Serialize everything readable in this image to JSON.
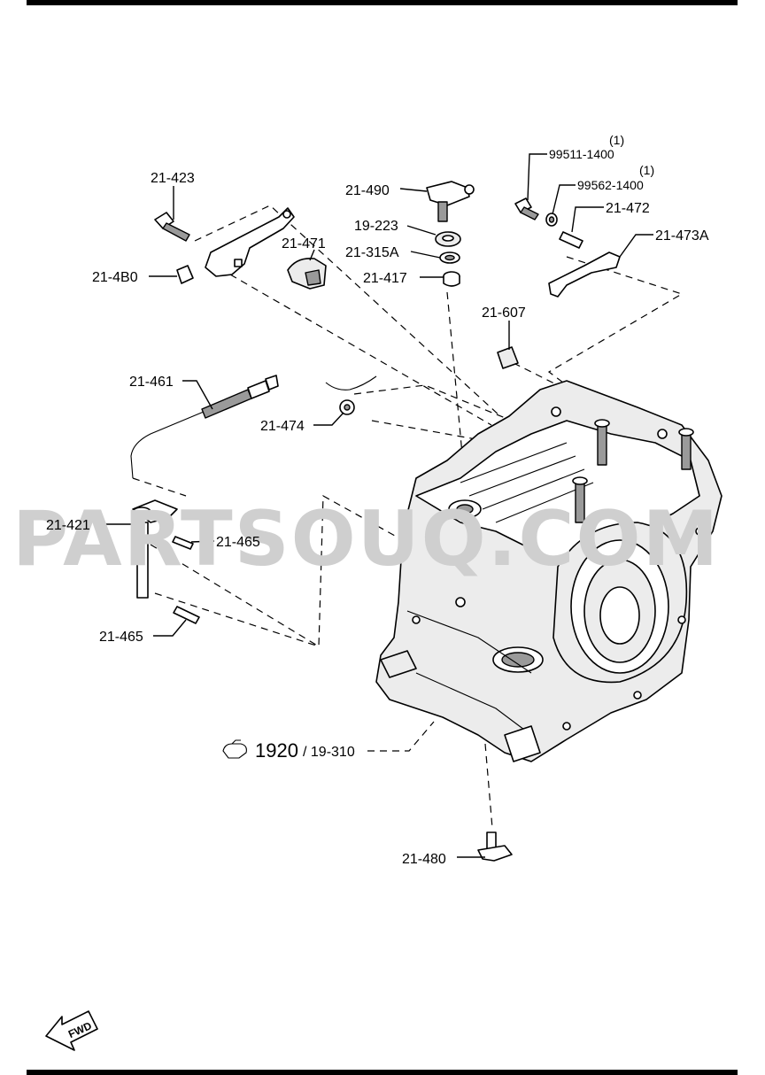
{
  "watermark": "PARTSOUQ.COM",
  "labels": {
    "p21_423": "21-423",
    "p21_4b0": "21-4B0",
    "p21_471": "21-471",
    "p21_490": "21-490",
    "p19_223": "19-223",
    "p21_315a": "21-315A",
    "p21_417": "21-417",
    "p99511": "99511-1400",
    "p99511_qty": "(1)",
    "p99562": "99562-1400",
    "p99562_qty": "(1)",
    "p21_472": "21-472",
    "p21_473a": "21-473A",
    "p21_607": "21-607",
    "p21_461": "21-461",
    "p21_474": "21-474",
    "p21_421": "21-421",
    "p21_465_a": "21-465",
    "p21_465_b": "21-465",
    "ref_main": "1920",
    "ref_sub": "/ 19-310",
    "p21_480": "21-480"
  },
  "fwd_label": "FWD",
  "colors": {
    "line": "#000000",
    "watermark": "#cfcfcf",
    "shade": "#9a9a9a"
  }
}
